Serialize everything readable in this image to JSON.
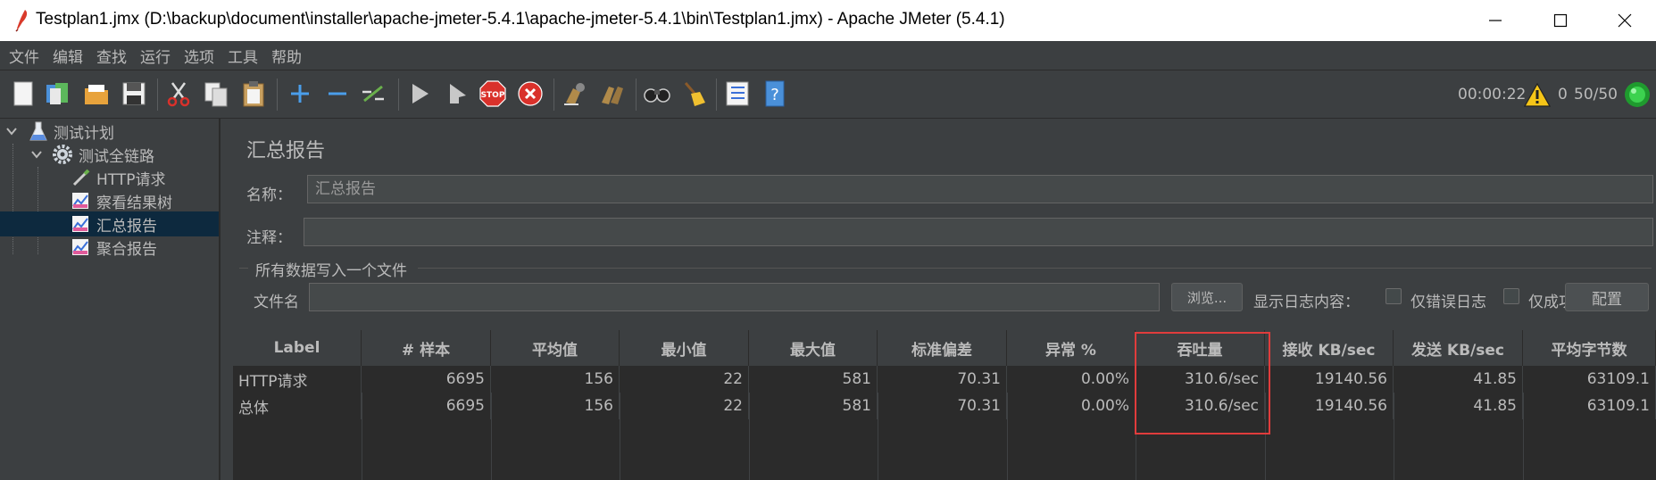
{
  "window": {
    "title": "Testplan1.jmx (D:\\backup\\document\\installer\\apache-jmeter-5.4.1\\apache-jmeter-5.4.1\\bin\\Testplan1.jmx) - Apache JMeter (5.4.1)",
    "controls": [
      "minimize",
      "maximize",
      "close"
    ]
  },
  "menu": [
    "文件",
    "编辑",
    "查找",
    "运行",
    "选项",
    "工具",
    "帮助"
  ],
  "toolbar": {
    "icons": [
      "new-icon",
      "templates-icon",
      "open-icon",
      "save-icon",
      "cut-icon",
      "copy-icon",
      "paste-icon",
      "expand-icon",
      "collapse-icon",
      "toggle-icon",
      "start-icon",
      "start-no-pause-icon",
      "stop-icon",
      "shutdown-icon",
      "clear-icon",
      "clear-all-icon",
      "search-icon",
      "reset-search-icon",
      "function-helper-icon",
      "help-icon"
    ],
    "timer": "00:00:22",
    "errors": "0",
    "threads": "50/50"
  },
  "tree": {
    "items": [
      {
        "label": "测试计划",
        "icon": "flask-icon"
      },
      {
        "label": "测试全链路",
        "icon": "gear-icon"
      },
      {
        "label": "HTTP请求",
        "icon": "pipette-icon"
      },
      {
        "label": "察看结果树",
        "icon": "chart-icon"
      },
      {
        "label": "汇总报告",
        "icon": "chart-icon"
      },
      {
        "label": "聚合报告",
        "icon": "chart-icon"
      }
    ]
  },
  "panel": {
    "title": "汇总报告",
    "name_label": "名称：",
    "name_value": "汇总报告",
    "comment_label": "注释：",
    "comment_value": "",
    "file_group": "所有数据写入一个文件",
    "file_label": "文件名",
    "file_value": "",
    "browse": "浏览...",
    "log_label": "显示日志内容：",
    "errors_only": "仅错误日志",
    "success_only": "仅成功日志",
    "configure": "配置"
  },
  "table": {
    "columns": [
      "Label",
      "# 样本",
      "平均值",
      "最小值",
      "最大值",
      "标准偏差",
      "异常 %",
      "吞吐量",
      "接收 KB/sec",
      "发送 KB/sec",
      "平均字节数"
    ],
    "rows": [
      [
        "HTTP请求",
        "6695",
        "156",
        "22",
        "581",
        "70.31",
        "0.00%",
        "310.6/sec",
        "19140.56",
        "41.85",
        "63109.1"
      ],
      [
        "总体",
        "6695",
        "156",
        "22",
        "581",
        "70.31",
        "0.00%",
        "310.6/sec",
        "19140.56",
        "41.85",
        "63109.1"
      ]
    ]
  },
  "colors": {
    "background": "#3c3f41",
    "selection": "#0d293e",
    "highlight": "#e03c3c"
  }
}
